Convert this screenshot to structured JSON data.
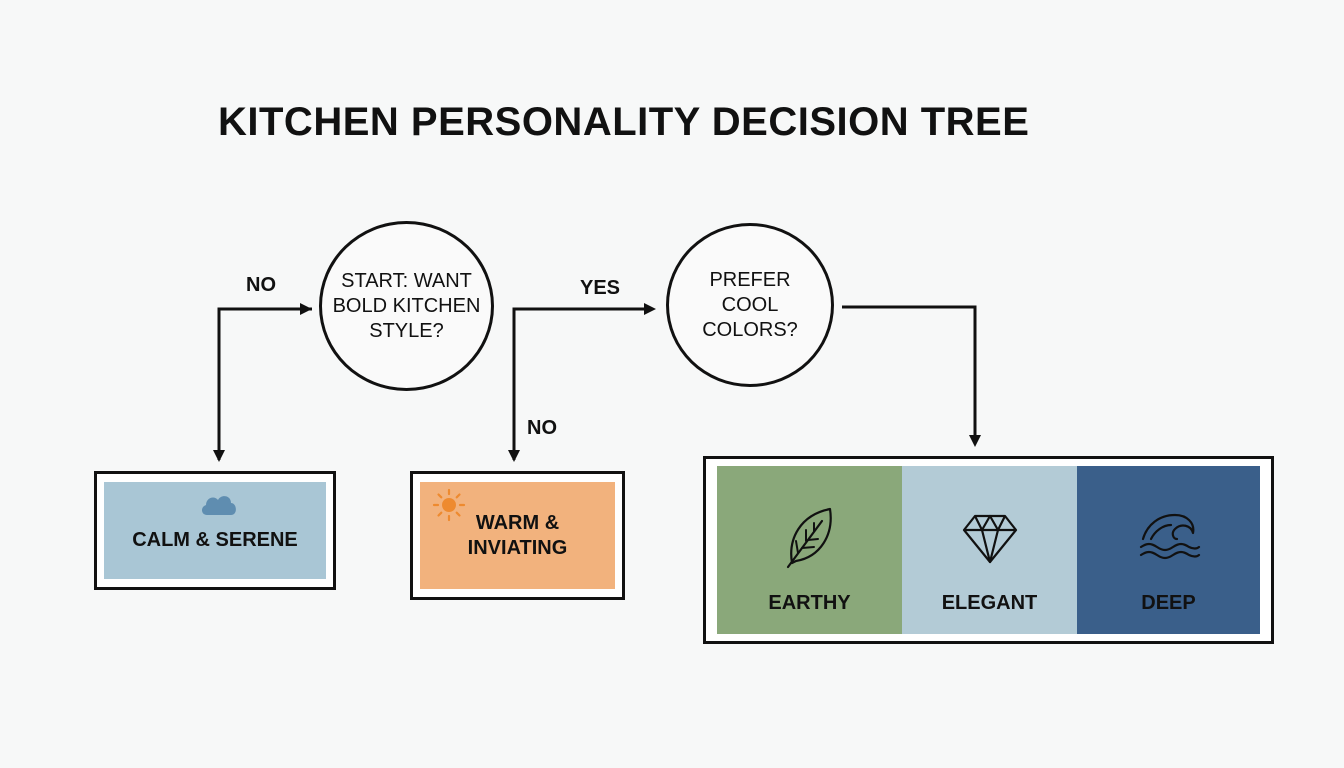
{
  "title": "KITCHEN PERSONALITY DECISION TREE",
  "nodes": {
    "start": {
      "lines": [
        "START: WANT",
        "BOLD KITCHEN",
        "STYLE?"
      ]
    },
    "cool": {
      "lines": [
        "PREFER",
        "COOL",
        "COLORS?"
      ]
    }
  },
  "edge_labels": {
    "start_no": "NO",
    "start_yes": "YES",
    "cool_no": "NO"
  },
  "outcomes": {
    "calm": {
      "label": "CALM & SERENE",
      "icon": "cloud-icon",
      "color": "#a9c6d5"
    },
    "warm": {
      "lines": [
        "WARM &",
        "INVIATING"
      ],
      "icon": "sun-icon",
      "color": "#f2b27d"
    }
  },
  "palette": [
    {
      "label": "EARTHY",
      "icon": "leaf-icon",
      "color": "#8aa87a"
    },
    {
      "label": "ELEGANT",
      "icon": "diamond-icon",
      "color": "#b3cbd6"
    },
    {
      "label": "DEEP",
      "icon": "wave-icon",
      "color": "#3a5f8a"
    }
  ],
  "colors": {
    "line": "#111111",
    "background": "#f7f8f8"
  }
}
